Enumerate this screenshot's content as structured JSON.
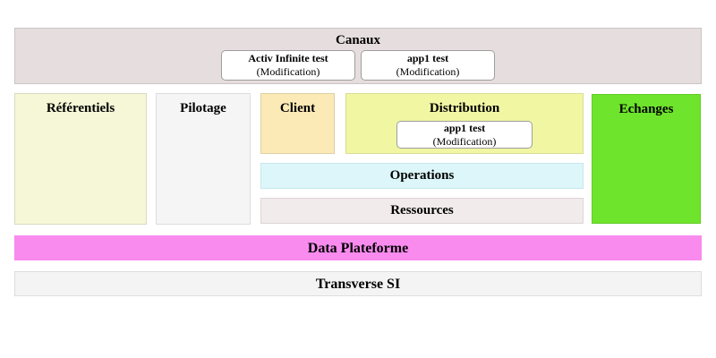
{
  "diagram": {
    "canaux": {
      "title": "Canaux",
      "apps": [
        {
          "name": "Activ Infinite test",
          "status": "(Modification)"
        },
        {
          "name": "app1 test",
          "status": "(Modification)"
        }
      ]
    },
    "referentiels": {
      "title": "Référentiels"
    },
    "pilotage": {
      "title": "Pilotage"
    },
    "client": {
      "title": "Client"
    },
    "distribution": {
      "title": "Distribution",
      "apps": [
        {
          "name": "app1 test",
          "status": "(Modification)"
        }
      ]
    },
    "operations": {
      "title": "Operations"
    },
    "ressources": {
      "title": "Ressources"
    },
    "echanges": {
      "title": "Echanges"
    },
    "data_plateforme": {
      "title": "Data Plateforme"
    },
    "transverse_si": {
      "title": "Transverse SI"
    }
  },
  "colors": {
    "canaux_bg": "#e6dede",
    "referentiels_bg": "#f6f7d6",
    "pilotage_bg": "#f5f5f5",
    "client_bg": "#fbe9b6",
    "distribution_bg": "#f0f6a2",
    "echanges_bg": "#6ee42c",
    "operations_bg": "#dcf6f9",
    "ressources_bg": "#f1ebeb",
    "data_plateforme_bg": "#f98bef",
    "transverse_si_bg": "#f4f4f4",
    "chip_bg": "#ffffff",
    "chip_border": "#9e9e9e",
    "text": "#000000"
  }
}
